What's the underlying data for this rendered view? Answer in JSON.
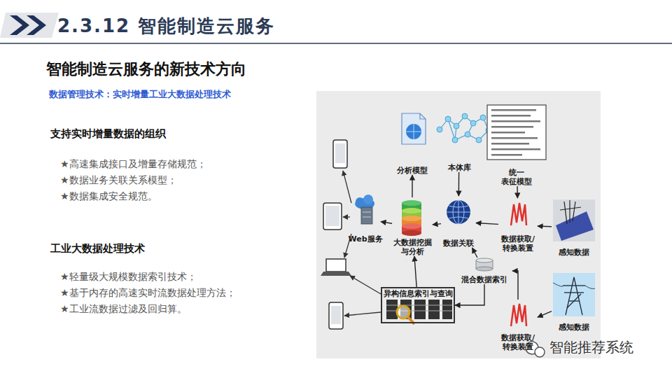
{
  "diagram": {
    "title": "2.3.12 智能制造云服务",
    "nodes": [
      {
        "text": [
          "分析模型"
        ]
      },
      {
        "text": [
          "本体库"
        ]
      },
      {
        "text": [
          "统一 表征模型"
        ]
      },
      {
        "text": [
          "Web服务"
        ]
      },
      {
        "text": [
          "大数据挖掘 与分析"
        ]
      },
      {
        "text": [
          "数据关联"
        ]
      },
      {
        "text": [
          "数据获取/ 转换装置"
        ]
      },
      {
        "text": [
          "感知数据"
        ]
      },
      {
        "text": [
          "混合数据索引"
        ]
      },
      {
        "text": [
          "异构信息索引与查询"
        ]
      },
      {
        "text": [
          "数据获取/ 转换装置"
        ]
      },
      {
        "text": [
          "感知数据"
        ]
      }
    ],
    "edges": [
      {
        "from": 4,
        "to": 3,
        "arrow": "to"
      },
      {
        "from": 5,
        "to": 4,
        "arrow": "to"
      },
      {
        "from": 4,
        "to": 0,
        "arrow": "to"
      },
      {
        "from": 1,
        "to": 5,
        "arrow": "to"
      },
      {
        "from": 2,
        "to": 6,
        "arrow": "to"
      },
      {
        "from": 6,
        "to": 5,
        "arrow": "to"
      },
      {
        "from": 7,
        "to": 6,
        "arrow": "to"
      },
      {
        "from": 11,
        "to": 10,
        "arrow": "to"
      },
      {
        "from": 10,
        "to": 8,
        "arrow": "to"
      },
      {
        "from": 8,
        "to": 5,
        "arrow": "to"
      },
      {
        "from": 8,
        "to": 9,
        "arrow": "to"
      },
      {
        "from": 9,
        "to": 4,
        "arrow": "to"
      }
    ],
    "labels": [
      "智能制造云服务的新技术方向",
      "数据管理技术：实时增量工业大数据处理技术",
      "支持实时增量数据的组织",
      "★高速集成接口及增量存储规范；",
      "★数据业务关联关系模型；",
      "★数据集成安全规范。",
      "工业大数据处理技术",
      "★轻量级大规模数据索引技术；",
      "★基于内存的高速实时流数据处理方法；",
      "★工业流数据过滤及回归算。",
      "智能推荐系统"
    ]
  }
}
